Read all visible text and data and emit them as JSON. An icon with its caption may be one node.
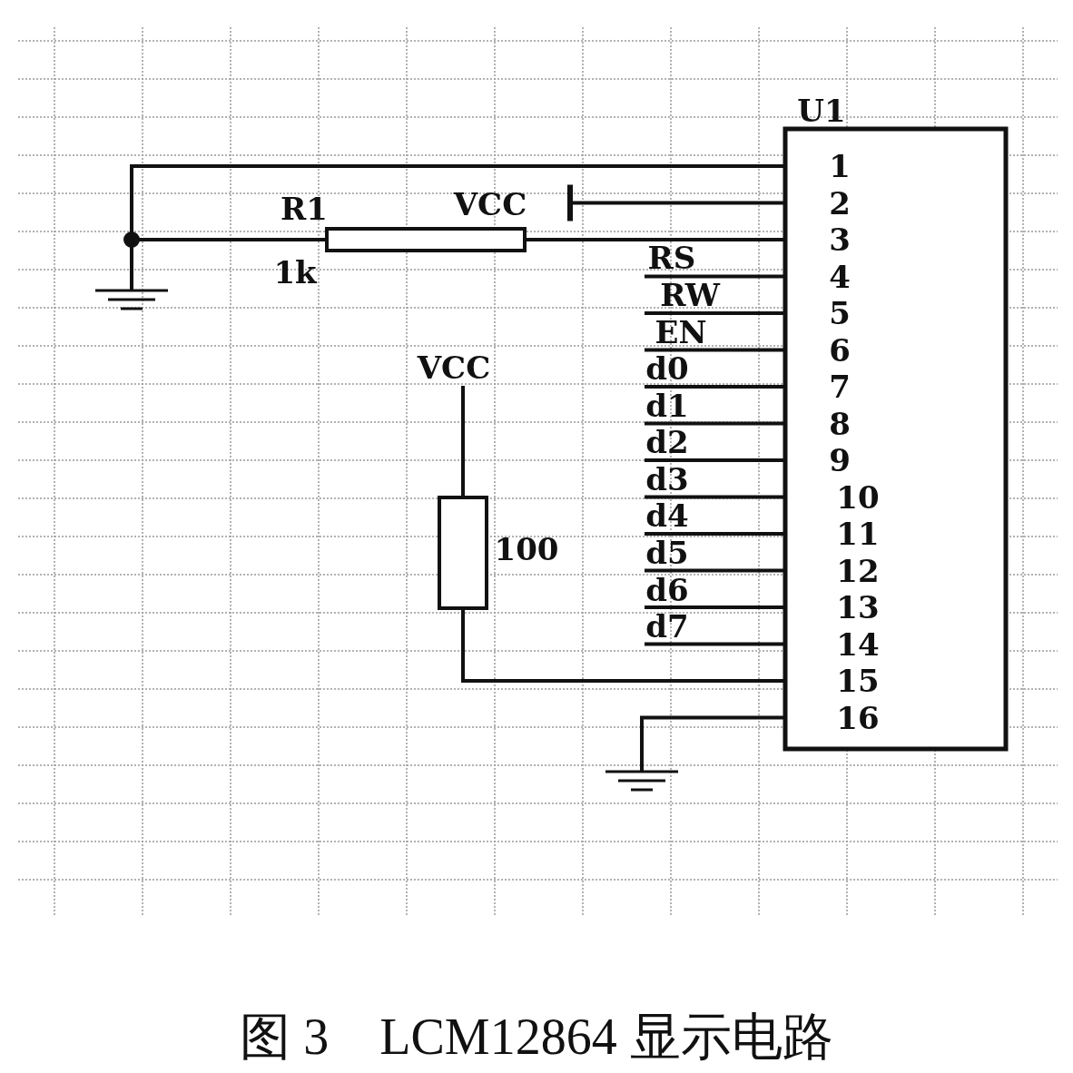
{
  "diagram": {
    "caption": "图 3　LCM12864 显示电路",
    "labels": [
      "U1",
      "1",
      "R1",
      "VCC",
      "2",
      "3",
      "1k",
      "RS",
      "4",
      "RW",
      "5",
      "EN",
      "6",
      "VCC",
      "d0",
      "7",
      "d1",
      "8",
      "d2",
      "9",
      "d3",
      "10",
      "d4",
      "11",
      "100",
      "d5",
      "12",
      "d6",
      "13",
      "d7",
      "14",
      "15",
      "16"
    ]
  }
}
